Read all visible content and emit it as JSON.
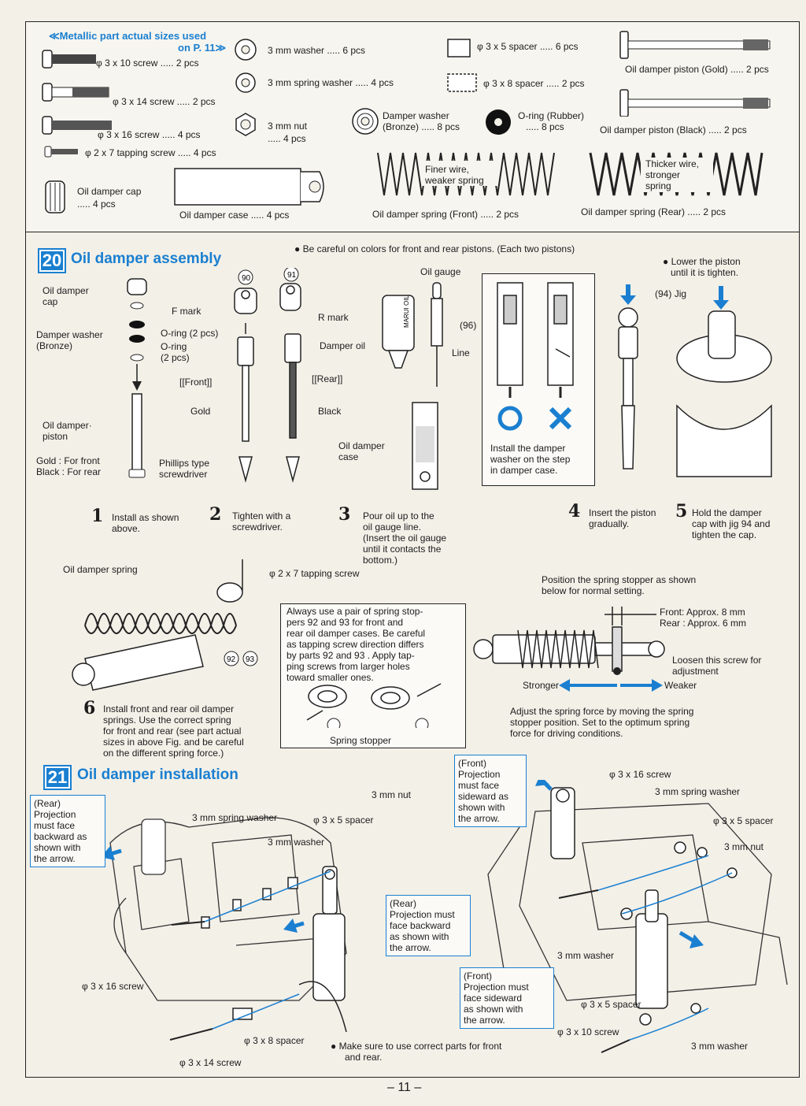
{
  "parts": {
    "header_line1": "≪Metallic part actual sizes used",
    "header_line2": "on P. 11≫",
    "screw_3x10": "φ 3 x 10 screw ..... 2 pcs",
    "screw_3x14": "φ 3 x 14 screw ..... 2 pcs",
    "screw_3x16": "φ 3 x 16 screw ..... 4 pcs",
    "tap_2x7": "φ 2 x 7 tapping screw ..... 4 pcs",
    "washer_3mm": "3 mm washer ..... 6 pcs",
    "spring_washer": "3 mm spring washer ..... 4 pcs",
    "nut_line1": "3 mm nut",
    "nut_line2": "..... 4 pcs",
    "spacer_3x5": "φ 3 x 5 spacer ..... 6 pcs",
    "spacer_3x8": "φ 3 x 8 spacer ..... 2 pcs",
    "damper_washer_l1": "Damper washer",
    "damper_washer_l2": "(Bronze) ..... 8 pcs",
    "oring_l1": "O-ring (Rubber)",
    "oring_l2": "..... 8 pcs",
    "piston_gold": "Oil damper piston (Gold) ..... 2 pcs",
    "piston_black": "Oil damper piston (Black) ..... 2 pcs",
    "cap_l1": "Oil damper cap",
    "cap_l2": "..... 4 pcs",
    "case": "Oil damper case ..... 4 pcs",
    "spring_front": "Oil damper spring (Front) ..... 2 pcs",
    "spring_rear": "Oil damper spring (Rear) ..... 2 pcs",
    "finer_wire_l1": "Finer wire,",
    "finer_wire_l2": "weaker spring",
    "thicker_wire_l1": "Thicker wire,",
    "thicker_wire_l2": "stronger",
    "thicker_wire_l3": "spring"
  },
  "sec20": {
    "num": "20",
    "title": "Oil damper assembly",
    "note_colors": "Be careful on colors for front and rear pistons. (Each two pistons)",
    "lbl_cap_l1": "Oil damper",
    "lbl_cap_l2": "cap",
    "lbl_washer_l1": "Damper washer",
    "lbl_washer_l2": "(Bronze)",
    "lbl_oring_a": "O-ring (2 pcs)",
    "lbl_oring_b1": "O-ring",
    "lbl_oring_b2": "(2 pcs)",
    "lbl_piston_l1": "Oil damper·",
    "lbl_piston_l2": "piston",
    "lbl_gold_front": "Gold  : For front",
    "lbl_black_rear": "Black : For rear",
    "part90": "90",
    "part91": "91",
    "f_mark": "F mark",
    "r_mark": "R mark",
    "front": "[[Front]]",
    "rear": "[[Rear]]",
    "gold": "Gold",
    "black": "Black",
    "phillips_l1": "Phillips type",
    "phillips_l2": "screwdriver",
    "damper_oil": "Damper oil",
    "oil_gauge": "Oil gauge",
    "part96": "96",
    "line": "Line",
    "oil_case_l1": "Oil damper",
    "oil_case_l2": "case",
    "install_note_l1": "Install the damper",
    "install_note_l2": "washer on the step",
    "install_note_l3": "in damper case.",
    "lower_l1": "Lower the piston",
    "lower_l2": "until it is tighten.",
    "part94": "94",
    "jig": "Jig",
    "step1_num": "1",
    "step1_l1": "Install as shown",
    "step1_l2": "above.",
    "step2_num": "2",
    "step2_l1": "Tighten with a",
    "step2_l2": "screwdriver.",
    "step3_num": "3",
    "step3_l1": "Pour oil up to the",
    "step3_l2": "oil gauge line.",
    "step3_l3": "(Insert the oil gauge",
    "step3_l4": "until it contacts the",
    "step3_l5": "bottom.)",
    "step4_num": "4",
    "step4_l1": "Insert the piston",
    "step4_l2": "gradually.",
    "step5_num": "5",
    "step5_l1": "Hold the damper",
    "step5_l2": "cap with jig 94 and",
    "step5_l3": "tighten the cap."
  },
  "spring": {
    "oil_damper_spring": "Oil damper spring",
    "tap_screw": "φ 2 x 7 tapping screw",
    "part92": "92",
    "part93": "93",
    "note_l1": "Always use a pair of spring stop-",
    "note_l2": "pers 92 and 93 for front and",
    "note_l3": "rear oil damper cases. Be careful",
    "note_l4": "as tapping screw direction differs",
    "note_l5": "by parts 92 and 93 . Apply tap-",
    "note_l6": "ping screws from larger holes",
    "note_l7": "toward smaller ones.",
    "spring_stopper": "Spring stopper",
    "step6_num": "6",
    "step6_l1": "Install front and rear oil damper",
    "step6_l2": "springs. Use the correct spring",
    "step6_l3": "for front and rear (see part actual",
    "step6_l4": "sizes in above Fig. and be careful",
    "step6_l5": "on the different spring force.)",
    "position_l1": "Position the spring stopper as shown",
    "position_l2": "below for normal setting.",
    "front_approx": "Front: Approx. 8 mm",
    "rear_approx": "Rear  : Approx. 6 mm",
    "loosen_l1": "Loosen this screw for",
    "loosen_l2": "adjustment",
    "stronger": "Stronger",
    "weaker": "Weaker",
    "adjust_l1": "Adjust the spring force by moving the spring",
    "adjust_l2": "stopper position. Set to the optimum spring",
    "adjust_l3": "force for driving conditions."
  },
  "sec21": {
    "num": "21",
    "title": "Oil damper installation",
    "rear_callout_l1": "(Rear)",
    "rear_callout_l2": "Projection",
    "rear_callout_l3": "must face",
    "rear_callout_l4": "backward as",
    "rear_callout_l5": "shown with",
    "rear_callout_l6": "the arrow.",
    "rear2_l1": "(Rear)",
    "rear2_l2": "Projection must",
    "rear2_l3": "face backward",
    "rear2_l4": "as shown with",
    "rear2_l5": "the arrow.",
    "front1_l1": "(Front)",
    "front1_l2": "Projection",
    "front1_l3": "must face",
    "front1_l4": "sideward as",
    "front1_l5": "shown with",
    "front1_l6": "the arrow.",
    "front2_l1": "(Front)",
    "front2_l2": "Projection must",
    "front2_l3": "face sideward",
    "front2_l4": "as shown with",
    "front2_l5": "the arrow.",
    "l_spring_washer": "3 mm spring washer",
    "l_spacer_3x5": "φ 3 x 5 spacer",
    "l_nut": "3 mm nut",
    "l_washer": "3 mm washer",
    "l_screw16": "φ 3 x 16 screw",
    "l_spacer_3x8": "φ 3 x 8 spacer",
    "l_screw14": "φ 3 x 14 screw",
    "r_screw16": "φ 3 x 16 screw",
    "r_spring_washer": "3 mm spring washer",
    "r_spacer_3x5": "φ 3 x 5 spacer",
    "r_nut": "3 mm nut",
    "r_washer": "3 mm washer",
    "r_spacer_3x5b": "φ 3 x 5 spacer",
    "r_screw10": "φ 3 x 10 screw",
    "r_washer2": "3 mm washer",
    "note_l1": "Make sure to use correct parts for front",
    "note_l2": "and rear."
  },
  "page_number": "– 11 –",
  "colors": {
    "accent": "#1a7fd0",
    "ink": "#1c1c1c",
    "paper": "#f3f0e8"
  }
}
